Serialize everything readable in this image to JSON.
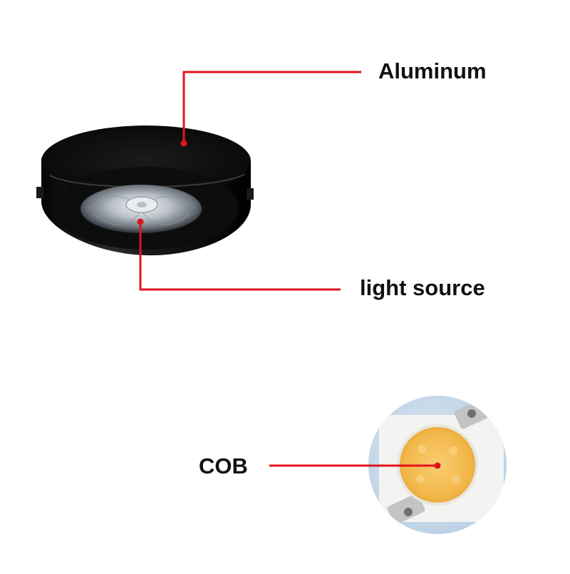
{
  "labels": {
    "aluminum": "Aluminum",
    "light_source": "light source",
    "cob": "COB"
  },
  "colors": {
    "leader_line": "#e0141e",
    "housing": "#0b0b0b",
    "cob_board": "#cfe2f1",
    "cob_phosphor": "#f7c35a"
  }
}
